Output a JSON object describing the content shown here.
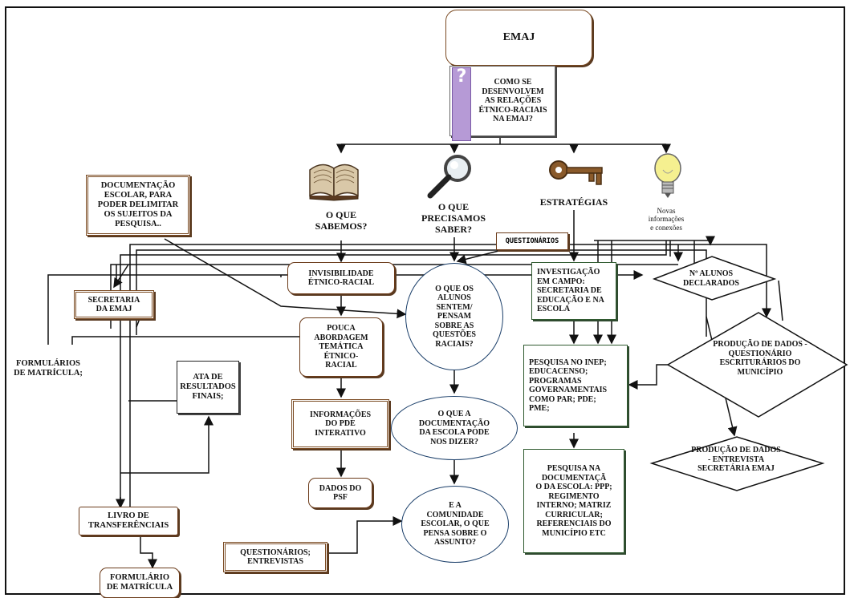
{
  "nodes": {
    "emaj": "EMAJ",
    "question_main": "COMO SE\nDESENVOLVEM\nAS RELAÇÕES\nÉTNICO-RACIAIS\nNA EMAJ?",
    "o_que_sabemos": "O QUE\nSABEMOS?",
    "o_que_precisamos": "O QUE\nPRECISAMOS\nSABER?",
    "estrategias": "ESTRATÉGIAS",
    "novas_info": "Novas\ninformações\ne conexões",
    "documentacao": "DOCUMENTAÇÃO\nESCOLAR, PARA\nPODER DELIMITAR\nOS SUJEITOS DA\nPESQUISA..",
    "questionarios_tag": "QUESTIONÁRIOS",
    "secretaria": "SECRETARIA\nDA EMAJ",
    "formularios": "FORMULÁRIOS\nDE MATRÍCULA;",
    "ata": "ATA DE\nRESULTADOS\nFINAIS;",
    "livro": "LIVRO DE\nTRANSFERÊNCIAIS",
    "formulario_matricula": "FORMULÁRIO\nDE MATRÍCULA",
    "invisibilidade": "INVISIBILIDADE\nÉTNICO-RACIAL",
    "pouca_abordagem": "POUCA\nABORDAGEM\nTEMÁTICA\nÉTNICO-\nRACIAL",
    "informacoes_pde": "INFORMAÇÕES\nDO PDE\nINTERATIVO",
    "dados_psf": "DADOS DO\nPSF",
    "oval_alunos": "O QUE OS\nALUNOS\nSENTEM/\nPENSAM\nSOBRE AS\nQUESTÕES\nRACIAIS?",
    "oval_documentacao": "O QUE A\nDOCUMENTAÇÃO\nDA ESCOLA PODE\nNOS DIZER?",
    "oval_comunidade": "E A\nCOMUNIDADE\nESCOLAR, O QUE\nPENSA SOBRE O\nASSUNTO?",
    "questionarios_entrevistas": "QUESTIONÁRIOS;\nENTREVISTAS",
    "investigacao": "INVESTIGAÇÃO\nEM CAMPO:\nSECRETARIA DE\nEDUCAÇÃO E NA\nESCOLA",
    "pesquisa_inep": "PESQUISA NO INEP;\nEDUCACENSO;\nPROGRAMAS\nGOVERNAMENTAIS\nCOMO PAR; PDE;\nPME;",
    "pesquisa_documentacao": "PESQUISA NA\nDOCUMENTAÇÃ\nO DA ESCOLA: PPP;\nREGIMENTO\nINTERNO; MATRIZ\nCURRICULAR;\nREFERENCIAIS DO\nMUNICÍPIO ETC",
    "n_alunos": "Nº ALUNOS\nDECLARADOS",
    "producao_questionario": "PRODUÇÃO DE DADOS -\nQUESTIONÁRIO\nESCRITURÁRIOS DO\nMUNICÍPIO",
    "producao_entrevista": "PRODUÇÃO DE DADOS\n- ENTREVISTA\nSECRETÁRIA EMAJ"
  },
  "icons": [
    "open-book-icon",
    "magnifying-glass-icon",
    "key-icon",
    "light-bulb-icon",
    "question-mark-icon"
  ],
  "colors": {
    "box_border": "#6b3b1a",
    "oval_border": "#1b3f6a",
    "green_border": "#2f5a2f",
    "question_bar": "#b69ad6"
  }
}
